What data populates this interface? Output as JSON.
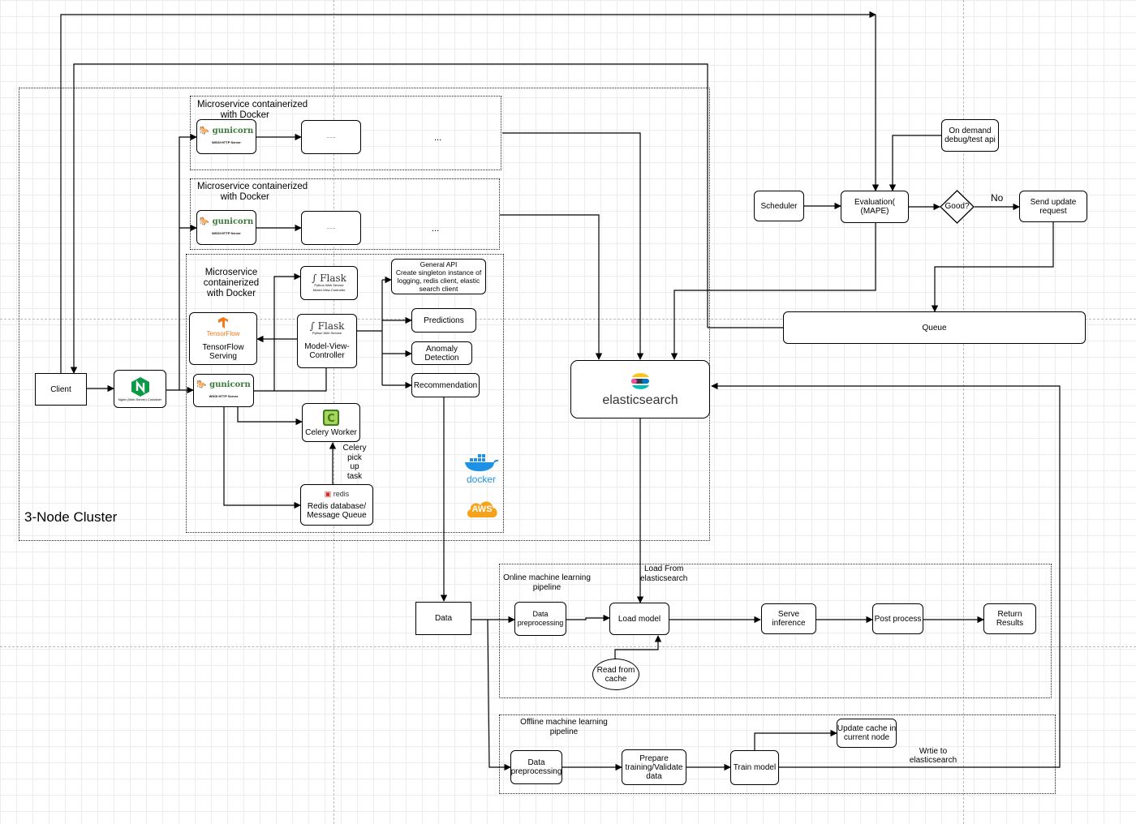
{
  "cluster": {
    "title": "3-Node Cluster",
    "microservice_1": {
      "title": "Microservice containerized\n         with Docker",
      "server": "gunicorn",
      "server_sub": "WSGI HTTP Server",
      "placeholder": "........",
      "ellipsis": "..."
    },
    "microservice_2": {
      "title": "Microservice containerized\n         with Docker",
      "server": "gunicorn",
      "server_sub": "WSGI HTTP Server",
      "placeholder": "........",
      "ellipsis": "..."
    },
    "microservice_3": {
      "title": "Microservice\ncontainerized\nwith Docker",
      "flask_small": {
        "name": "Flask",
        "sub1": "Python Web Service",
        "sub2": "Model-View-Controller"
      },
      "tensorflow": {
        "brand": "TensorFlow",
        "label": "TensorFlow\nServing"
      },
      "flask_main": {
        "name": "Flask",
        "sub": "Python Web Service",
        "label": "Model-View-\nController"
      },
      "gunicorn": {
        "name": "gunicorn",
        "sub": "WSGI HTTP Server"
      },
      "celery": {
        "label": "Celery Worker"
      },
      "celery_note": "Celery\npick\nup\ntask",
      "redis": {
        "brand": "redis",
        "label": "Redis database/\nMessage Queue"
      },
      "general_api": "General API\nCreate singleton instance of\nlogging, redis client, elastic\nsearch client",
      "predictions": "Predictions",
      "anomaly": "Anomaly\nDetection",
      "recommendation": "Recommendation",
      "docker": "docker",
      "aws": "AWS"
    },
    "nginx_sub": "Nginx (Web Server) Container",
    "elasticsearch": "elasticsearch"
  },
  "client": "Client",
  "monitor": {
    "scheduler": "Scheduler",
    "evaluation": "Evaluation(\n(MAPE)",
    "decision": "Good?",
    "no_label": "No",
    "send_update": "Send update\nrequest",
    "on_demand": "On demand\ndebug/test api",
    "queue": "Queue"
  },
  "data": "Data",
  "online": {
    "title": "Online machine learning\npipeline",
    "load_label": "Load From\nelasticsearch",
    "preprocessing": "Data\npreprocessing",
    "load_model": "Load model",
    "read_cache": "Read from\ncache",
    "serve": "Serve\ninference",
    "post": "Post process",
    "return": "Return\nResults"
  },
  "offline": {
    "title": "Offline machine learning\npipeline",
    "preprocessing": "Data\npreprocessing",
    "prepare": "Prepare\ntraining/Validate\ndata",
    "train": "Train model",
    "update_cache": "Update cache in\ncurrent node",
    "write_label": "Wrtie to\nelasticsearch"
  },
  "colors": {
    "nginx": "#0a9a45",
    "tensorflow": "#f47a20",
    "celery": "#3f7d1f",
    "redis": "#c6302b",
    "docker": "#1d91e6",
    "aws": "#f7a21b",
    "elastic_yellow": "#fec514",
    "elastic_pink": "#f04e98",
    "elastic_teal": "#00bfb3",
    "elastic_blue": "#0077cc"
  }
}
